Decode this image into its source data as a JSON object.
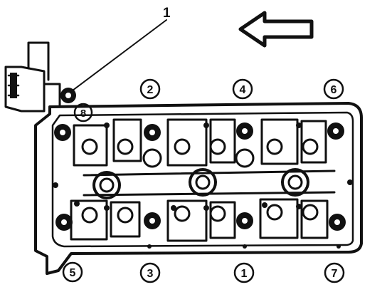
{
  "diagram": {
    "callout_label": "1",
    "bolt_numbers": {
      "b1": "1",
      "b2": "2",
      "b3": "3",
      "b4": "4",
      "b5": "5",
      "b6": "6",
      "b7": "7",
      "b8": "8"
    },
    "arrow_direction": "left",
    "colors": {
      "ink": "#111111",
      "background": "#ffffff"
    }
  }
}
